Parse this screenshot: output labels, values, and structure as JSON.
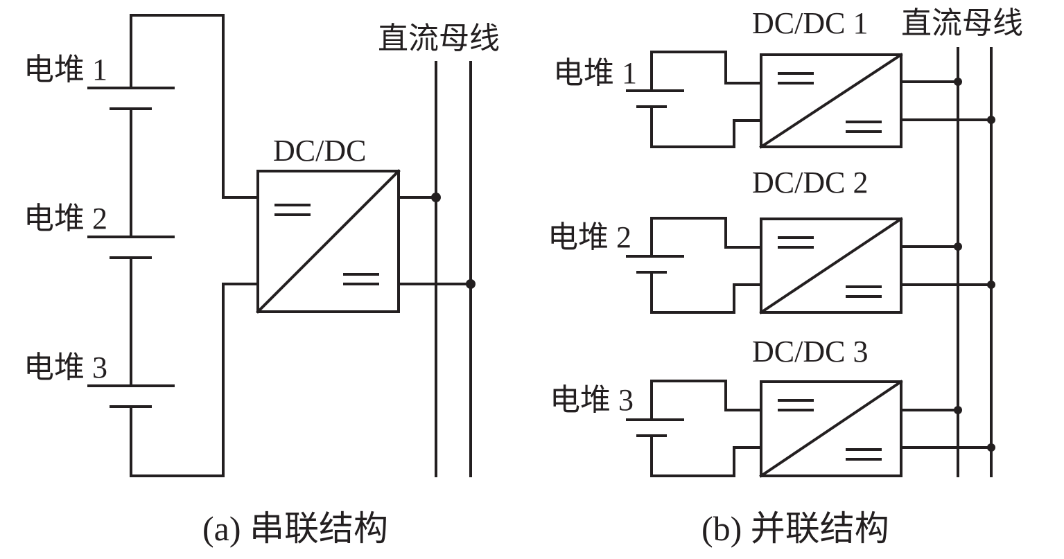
{
  "series_panel": {
    "stack_labels": [
      "电堆 1",
      "电堆 2",
      "电堆 3"
    ],
    "converter_label": "DC/DC",
    "bus_label": "直流母线",
    "caption": "(a) 串联结构"
  },
  "parallel_panel": {
    "stack_labels": [
      "电堆 1",
      "电堆 2",
      "电堆 3"
    ],
    "converter_labels": [
      "DC/DC 1",
      "DC/DC 2",
      "DC/DC 3"
    ],
    "bus_label": "直流母线",
    "caption": "(b) 并联结构"
  },
  "colors": {
    "line": "#231f20",
    "background": "#ffffff"
  }
}
